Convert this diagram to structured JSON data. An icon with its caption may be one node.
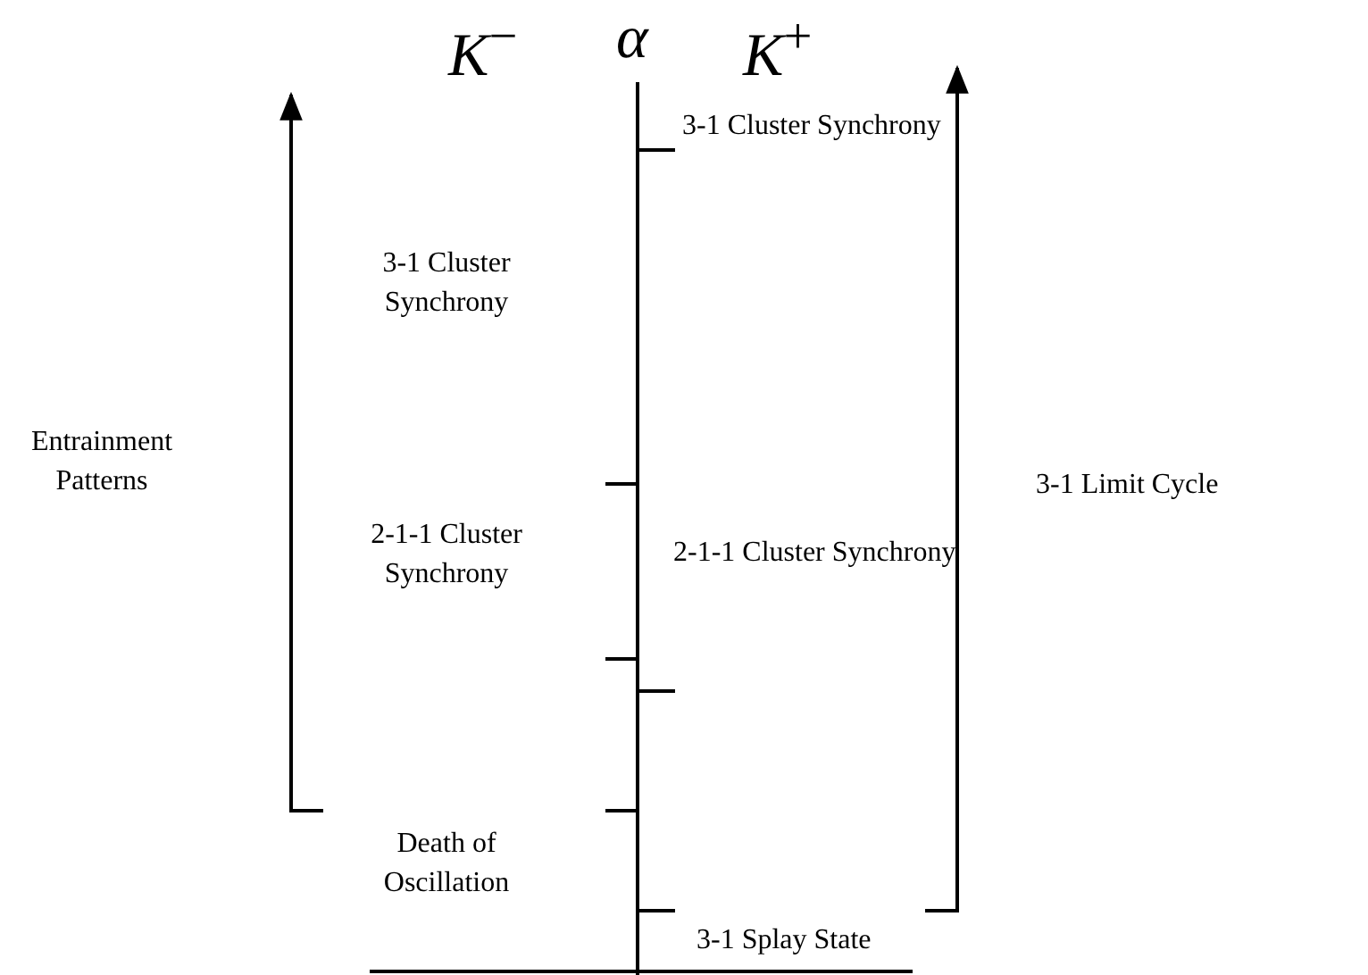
{
  "diagram": {
    "labels": [
      "*K*$^{−}$",
      "α",
      "*K*$^{+}$",
      "3-1 Cluster Synchrony",
      "3-1 Cluster Synchrony",
      "Entrainment Patterns",
      "3-1 Limit Cycle",
      "2-1-1 Cluster Synchrony",
      "2-1-1 Cluster Synchrony",
      "Death of Oscillation",
      "3-1 Splay State"
    ]
  }
}
